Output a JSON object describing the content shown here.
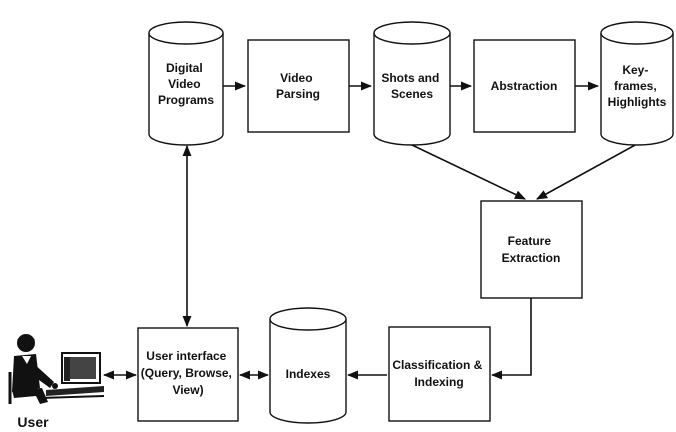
{
  "nodes": {
    "digital_video_programs": [
      "Digital",
      "Video",
      "Programs"
    ],
    "video_parsing": [
      "Video",
      "Parsing"
    ],
    "shots_and_scenes": [
      "Shots and",
      "Scenes"
    ],
    "abstraction": [
      "Abstraction"
    ],
    "keyframes_highlights": [
      "Key-",
      "frames,",
      "Highlights"
    ],
    "feature_extraction": [
      "Feature",
      "Extraction"
    ],
    "classification_indexing": [
      "Classification &",
      "Indexing"
    ],
    "indexes": [
      "Indexes"
    ],
    "user_interface": [
      "User interface",
      "(Query, Browse,",
      "View)"
    ],
    "user": [
      "User"
    ]
  },
  "edges": [
    {
      "from": "digital_video_programs",
      "to": "video_parsing"
    },
    {
      "from": "video_parsing",
      "to": "shots_and_scenes"
    },
    {
      "from": "shots_and_scenes",
      "to": "abstraction"
    },
    {
      "from": "abstraction",
      "to": "keyframes_highlights"
    },
    {
      "from": "shots_and_scenes",
      "to": "feature_extraction"
    },
    {
      "from": "keyframes_highlights",
      "to": "feature_extraction"
    },
    {
      "from": "feature_extraction",
      "to": "classification_indexing"
    },
    {
      "from": "classification_indexing",
      "to": "indexes"
    },
    {
      "from": "indexes",
      "to": "user_interface",
      "bidirectional": true
    },
    {
      "from": "user_interface",
      "to": "digital_video_programs",
      "bidirectional": true
    },
    {
      "from": "user",
      "to": "user_interface",
      "bidirectional": true
    }
  ]
}
